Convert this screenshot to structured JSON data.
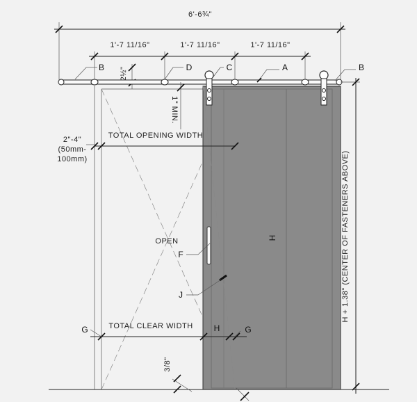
{
  "dimensions": {
    "overall_width": "6'-6¾\"",
    "rail_segment_1": "1'-7 11/16\"",
    "rail_segment_2": "1'-7 11/16\"",
    "rail_segment_3": "1'-7 11/16\"",
    "rail_offset": "2½\"",
    "min_clearance": "1\" MIN.",
    "overlap": "2\"-4\"",
    "overlap_metric_1": "(50mm-",
    "overlap_metric_2": "100mm)",
    "total_opening_width": "TOTAL OPENING WIDTH",
    "total_clear_width": "TOTAL CLEAR WIDTH",
    "height_note": "H + 1.38\" (CENTER OF FASTENERS ABOVE)",
    "floor_gap": "3/8\""
  },
  "callouts": {
    "a": "A",
    "b_left": "B",
    "b_right": "B",
    "c": "C",
    "d": "D",
    "f": "F",
    "g_left": "G",
    "g_right": "G",
    "h_dim": "H",
    "j": "J"
  },
  "opening_label": "OPEN",
  "door_height_label": "H",
  "colors": {
    "background": "#f2f2f2",
    "door_fill": "#8a8a8a",
    "line": "#222222"
  }
}
